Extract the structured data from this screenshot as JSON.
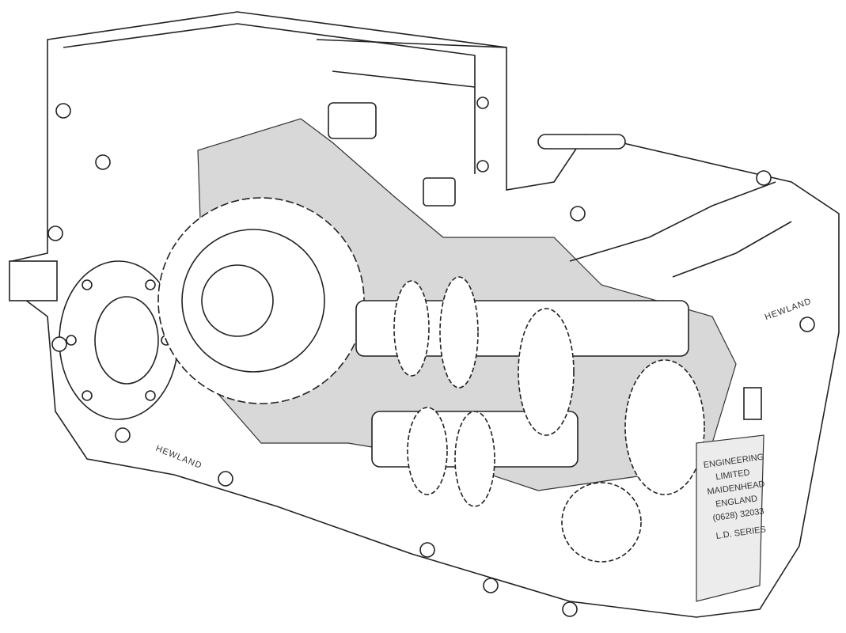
{
  "illustration": {
    "casing_label_left": "HEWLAND",
    "casing_label_right": "HEWLAND",
    "plate": {
      "line1": "ENGINEERING",
      "line2": "LIMITED",
      "line3": "MAIDENHEAD",
      "line4": "ENGLAND",
      "line5": "(0628) 32033",
      "line6": "L.D. SERIES"
    }
  }
}
